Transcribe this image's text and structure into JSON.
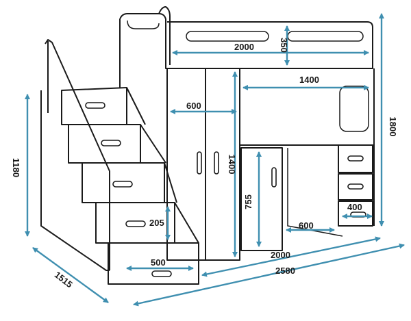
{
  "colors": {
    "dimension_line": "#3f8fb0",
    "outline": "#1a1a1a",
    "background": "#ffffff"
  },
  "dimensions": {
    "bed_length": "2000",
    "bed_guard_height": "350",
    "total_height": "1800",
    "desk_top_width": "1400",
    "wardrobe_width": "600",
    "wardrobe_height": "1400",
    "desk_height": "755",
    "step_height": "1180",
    "step_rise": "205",
    "step_depth": "500",
    "total_depth": "1515",
    "base_length": "2000",
    "total_length": "2580",
    "desk_depth": "600",
    "drawer_width": "400"
  }
}
